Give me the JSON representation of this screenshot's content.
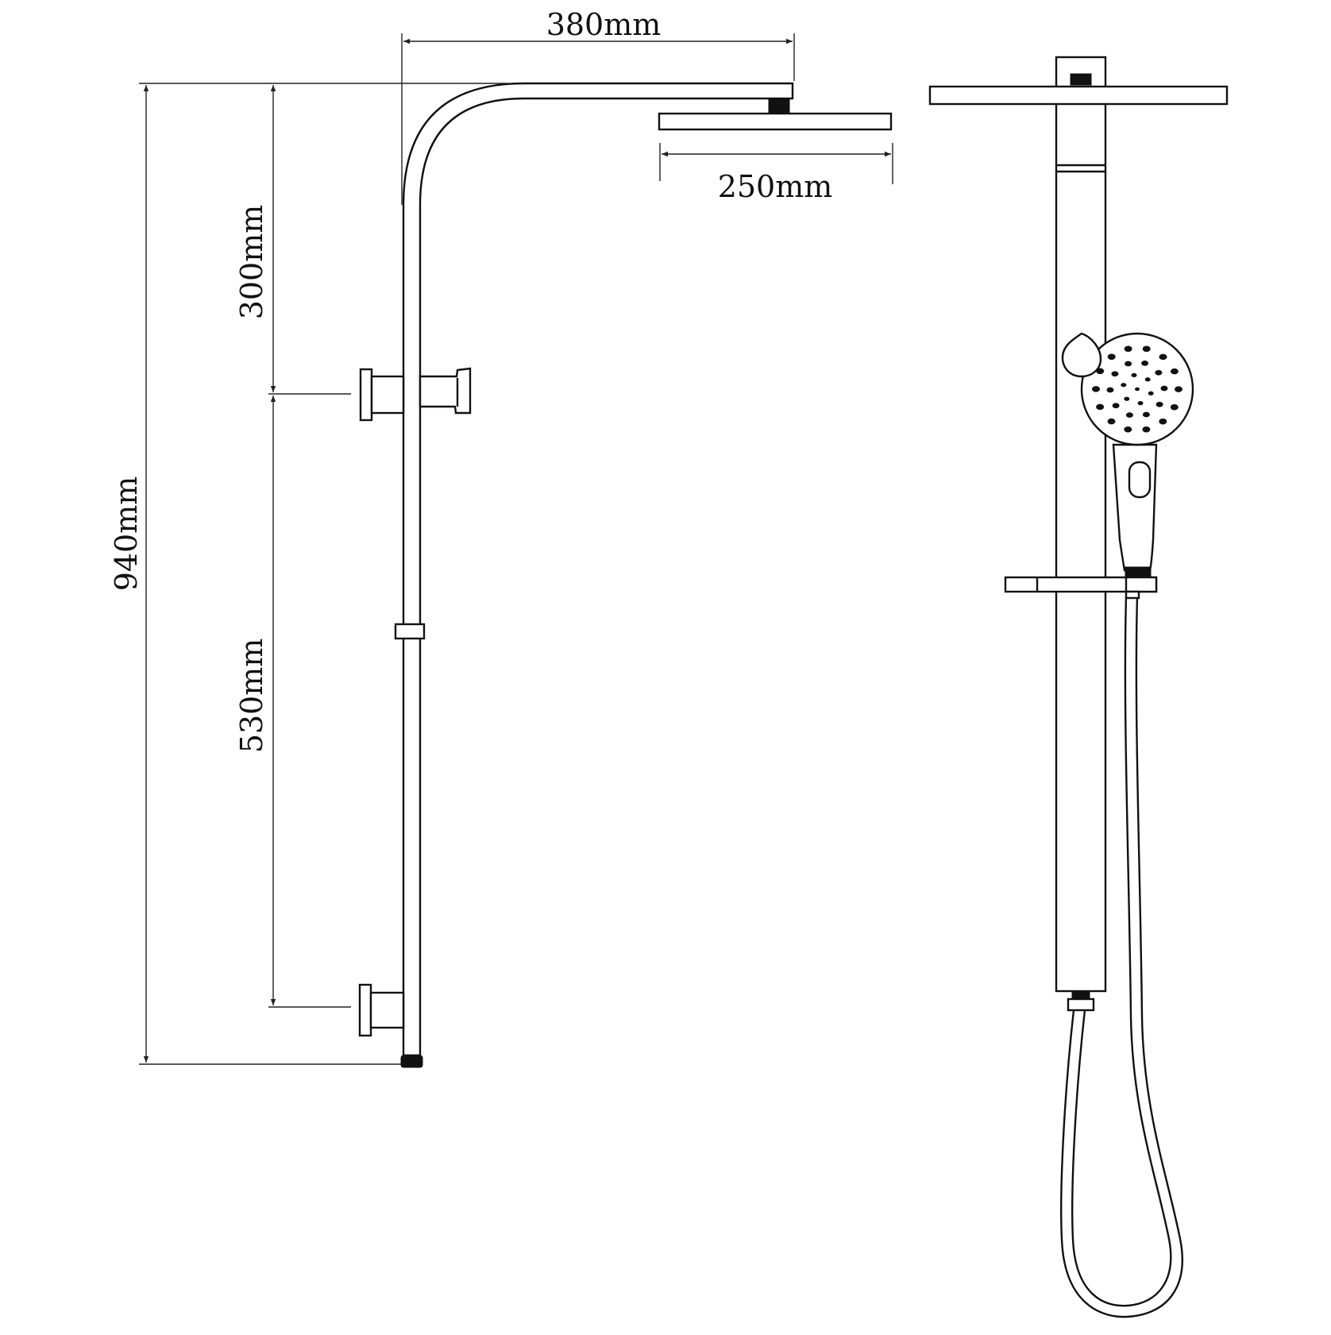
{
  "diagram": {
    "dimensions": {
      "arm_length": "380mm",
      "head_width": "250mm",
      "total_height": "940mm",
      "upper_height": "300mm",
      "lower_height": "530mm"
    },
    "colors": {
      "line": "#111111",
      "background": "#ffffff"
    }
  }
}
